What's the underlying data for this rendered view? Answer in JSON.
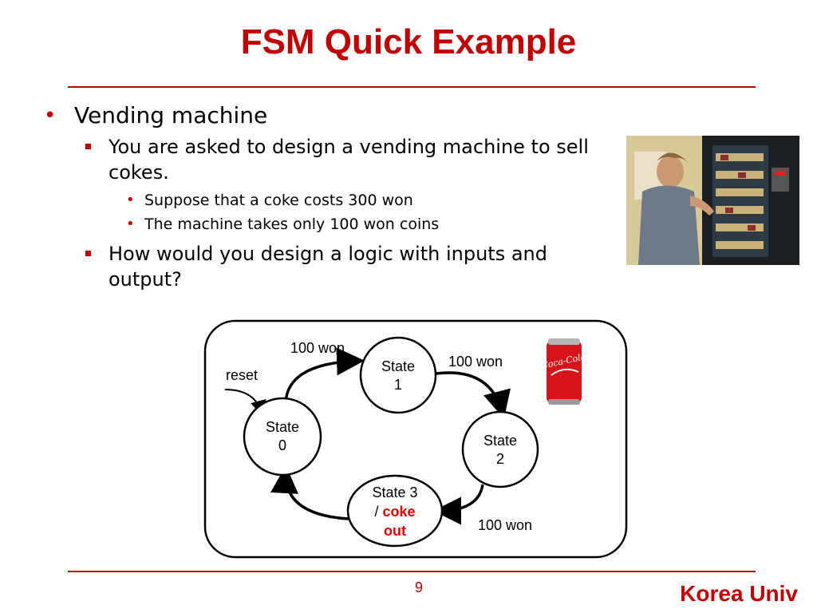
{
  "slide": {
    "title": "FSM Quick Example",
    "page_number": "9",
    "brand": "Korea Univ"
  },
  "bullets": {
    "level1": "Vending machine",
    "sub1": "You are asked to design a vending machine to sell cokes.",
    "sub1_items": [
      "Suppose that a coke costs 300 won",
      "The machine takes only 100 won coins"
    ],
    "sub2": "How would you design a logic with inputs and output?"
  },
  "diagram": {
    "reset_label": "reset",
    "states": [
      {
        "line1": "State",
        "line2": "0"
      },
      {
        "line1": "State",
        "line2": "1"
      },
      {
        "line1": "State",
        "line2": "2"
      },
      {
        "line1": "State 3",
        "line2_prefix": "/ ",
        "line2_output": "coke",
        "line3_output": "out"
      }
    ],
    "transitions": [
      {
        "from": "State 0",
        "to": "State 1",
        "label": "100 won"
      },
      {
        "from": "State 1",
        "to": "State 2",
        "label": "100 won"
      },
      {
        "from": "State 2",
        "to": "State 3",
        "label": "100 won"
      },
      {
        "from": "State 3",
        "to": "State 0",
        "label": ""
      }
    ],
    "output_color": "#e00000",
    "can_brand": "Coca-Cola"
  },
  "colors": {
    "accent": "#c00000"
  },
  "icons": {
    "photo": "vending-machine-photo",
    "can": "coke-can-icon"
  }
}
